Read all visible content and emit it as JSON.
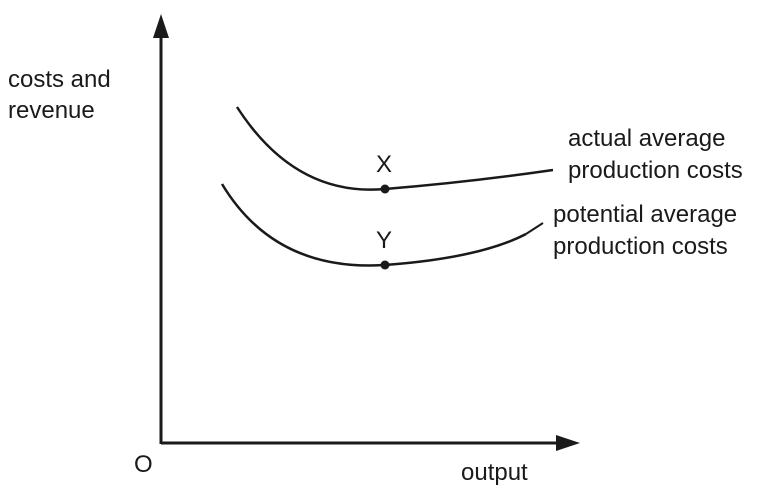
{
  "chart_data": {
    "type": "line",
    "title": "",
    "xlabel": "output",
    "ylabel": "costs and revenue",
    "origin_label": "O",
    "grid": false,
    "axis_ticks": false,
    "series": [
      {
        "name": "actual average production costs",
        "label_lines": [
          "actual average",
          "production costs"
        ],
        "point_label": "X"
      },
      {
        "name": "potential average production costs",
        "label_lines": [
          "potential average",
          "production costs"
        ],
        "point_label": "Y"
      }
    ]
  },
  "colors": {
    "ink": "#1a1a1a",
    "background": "#ffffff"
  }
}
